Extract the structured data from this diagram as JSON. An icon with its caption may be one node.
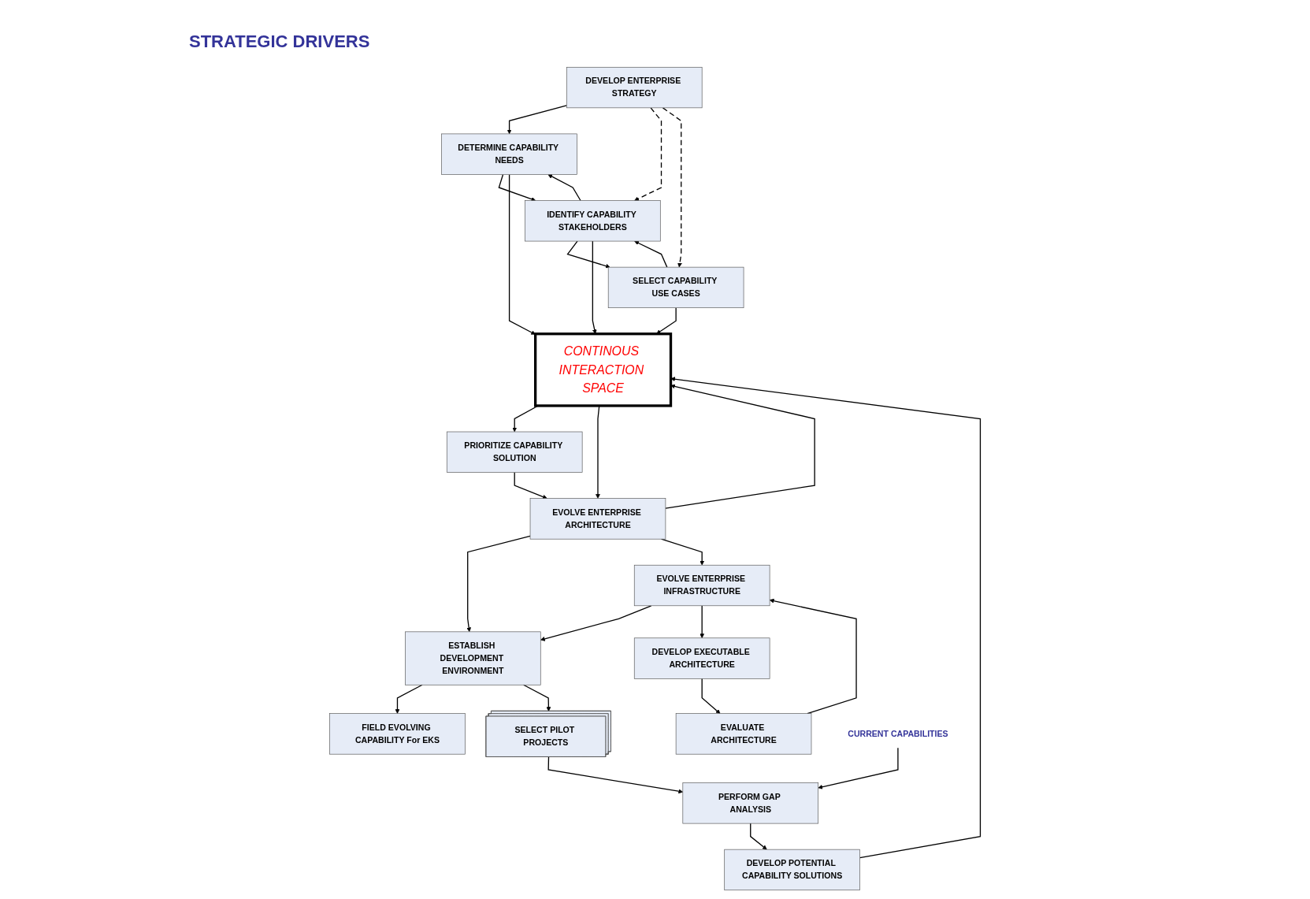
{
  "diagram": {
    "nodes": [
      {
        "text": [
          "DEVELOP ENTERPRISE STRATEGY"
        ]
      },
      {
        "text": [
          "DETERMINE CAPABILITY NEEDS"
        ]
      },
      {
        "text": [
          "IDENTIFY CAPABILITY STAKEHOLDERS"
        ]
      },
      {
        "text": [
          "SELECT CAPABILITY USE CASES"
        ]
      },
      {
        "text": [
          "CONTINOUS INTERACTION SPACE"
        ]
      },
      {
        "text": [
          "FIELD EVOLVING CAPABILITY For EKS"
        ]
      },
      {
        "text": [
          "PRIORITIZE CAPABILITY SOLUTION"
        ]
      },
      {
        "text": [
          "EVOLVE ENTERPRISE ARCHITECTURE"
        ]
      },
      {
        "text": [
          "ESTABLISH DEVELOPMENT ENVIRONMENT"
        ]
      },
      {
        "text": [
          "DEVELOP POTENTIAL CAPABILITY SOLUTIONS"
        ]
      },
      {
        "text": [
          "PERFORM GAP ANALYSIS"
        ]
      },
      {
        "text": [
          "SELECT PILOT PROJECTS"
        ]
      },
      {
        "text": [
          "EVOLVE ENTERPRISE INFRASTRUCTURE"
        ]
      },
      {
        "text": [
          "EVALUATE ARCHITECTURE"
        ]
      },
      {
        "text": [
          "DEVELOP EXECUTABLE ARCHITECTURE"
        ]
      },
      {
        "text": [
          "CURRENT CAPABILITIES"
        ]
      }
    ],
    "edges": [
      {
        "from": 0,
        "to": 1,
        "arrow": "to"
      },
      {
        "from": 0,
        "to": 2,
        "arrow": "to",
        "style": "dashed"
      },
      {
        "from": 0,
        "to": 3,
        "arrow": "to",
        "style": "dashed"
      },
      {
        "from": 2,
        "to": 1,
        "arrow": "to"
      },
      {
        "from": 1,
        "to": 2,
        "arrow": "to"
      },
      {
        "from": 3,
        "to": 2,
        "arrow": "to"
      },
      {
        "from": 2,
        "to": 3,
        "arrow": "to"
      },
      {
        "from": 1,
        "to": 4,
        "arrow": "to"
      },
      {
        "from": 2,
        "to": 4,
        "arrow": "to"
      },
      {
        "from": 3,
        "to": 4,
        "arrow": "to"
      },
      {
        "from": 9,
        "to": 4,
        "arrow": "to"
      },
      {
        "from": 4,
        "to": 6,
        "arrow": "to"
      },
      {
        "from": 7,
        "to": 4,
        "arrow": "to"
      },
      {
        "from": 4,
        "to": 7,
        "arrow": "to"
      },
      {
        "from": 6,
        "to": 7,
        "arrow": "to"
      },
      {
        "from": 7,
        "to": 8,
        "arrow": "to"
      },
      {
        "from": 7,
        "to": 12,
        "arrow": "to"
      },
      {
        "from": 8,
        "to": 5,
        "arrow": "to"
      },
      {
        "from": 12,
        "to": 8,
        "arrow": "to"
      },
      {
        "from": 8,
        "to": 11,
        "arrow": "to"
      },
      {
        "from": 11,
        "to": 10,
        "arrow": "to"
      },
      {
        "from": 10,
        "to": 9,
        "arrow": "to"
      },
      {
        "from": 15,
        "to": 10,
        "arrow": "to"
      },
      {
        "from": 12,
        "to": 14,
        "arrow": "to"
      },
      {
        "from": 14,
        "to": 13,
        "arrow": "to"
      },
      {
        "from": 13,
        "to": 12,
        "arrow": "to"
      }
    ],
    "labels": [
      "STRATEGIC DRIVERS"
    ]
  }
}
